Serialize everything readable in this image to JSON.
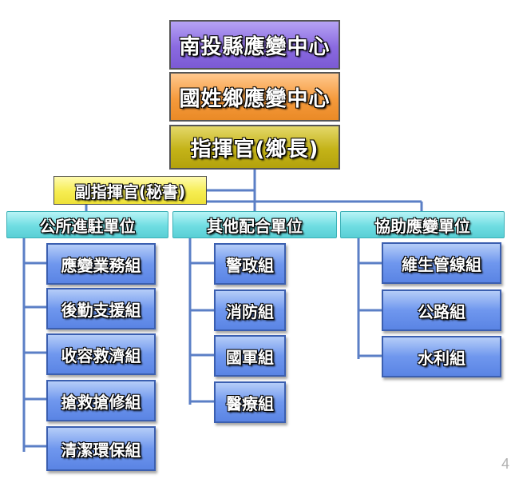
{
  "top": [
    {
      "label": "南投縣應變中心",
      "color": "#8a6ae0"
    },
    {
      "label": "國姓鄉應變中心",
      "color": "#f59a3c"
    },
    {
      "label": "指揮官(鄉長)",
      "color": "#c4b318"
    }
  ],
  "deputy": {
    "label": "副指揮官(秘書)"
  },
  "branches": [
    {
      "label": "公所進駐單位",
      "groups": [
        "應變業務組",
        "後勤支援組",
        "收容救濟組",
        "搶救搶修組",
        "清潔環保組"
      ]
    },
    {
      "label": "其他配合單位",
      "groups": [
        "警政組",
        "消防組",
        "國軍組",
        "醫療組"
      ]
    },
    {
      "label": "協助應變單位",
      "groups": [
        "維生管線組",
        "公路組",
        "水利組"
      ]
    }
  ],
  "page_number": "4"
}
